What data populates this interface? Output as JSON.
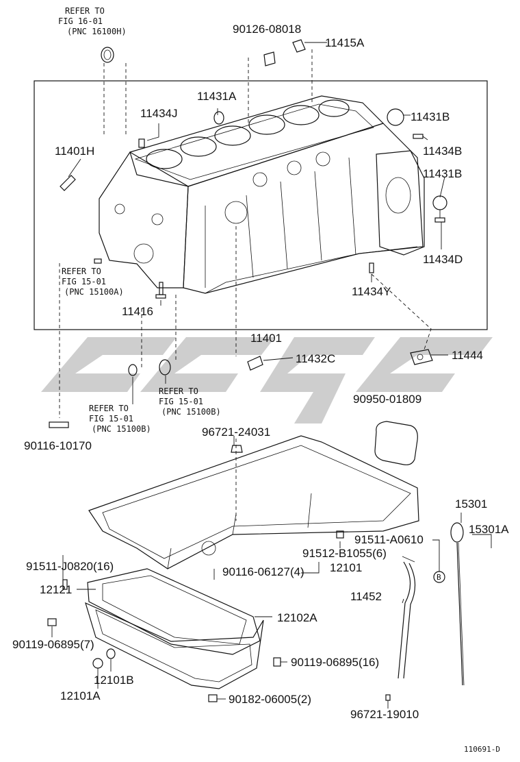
{
  "watermark": {
    "color": "#bdbdbd"
  },
  "ink_color": "#111111",
  "refers": {
    "fig16": [
      "REFER TO",
      "FIG 16-01",
      "(PNC 16100H)"
    ],
    "fig15_a": [
      "REFER TO",
      "FIG 15-01",
      "(PNC 15100A)"
    ],
    "fig15_b_left": [
      "REFER TO",
      "FIG 15-01",
      "(PNC 15100B)"
    ],
    "fig15_b_right": [
      "REFER TO",
      "FIG 15-01",
      "(PNC 15100B)"
    ]
  },
  "parts": {
    "p90126_08018": "90126-08018",
    "p11415A": "11415A",
    "p11431A": "11431A",
    "p11434J": "11434J",
    "p11431B_top": "11431B",
    "p11434B": "11434B",
    "p11401H": "11401H",
    "p11431B_mid": "11431B",
    "p11434D": "11434D",
    "p11434Y": "11434Y",
    "p11416": "11416",
    "p11401": "11401",
    "p11432C": "11432C",
    "p11444": "11444",
    "p90950_01809": "90950-01809",
    "p96721_24031": "96721-24031",
    "p90116_10170": "90116-10170",
    "p15301": "15301",
    "p15301A": "15301A",
    "p91511_A0610": "91511-A0610",
    "p91512_B1055": "91512-B1055(6)",
    "p91511_J0820": "91511-J0820(16)",
    "p90116_06127": "90116-06127(4)",
    "p12101": "12101",
    "p12121": "12121",
    "p11452": "11452",
    "p12102A": "12102A",
    "p90119_06895_7": "90119-06895(7)",
    "p90119_06895_16": "90119-06895(16)",
    "p12101B": "12101B",
    "p12101A": "12101A",
    "p90182_06005": "90182-06005(2)",
    "p96721_19010": "96721-19010"
  },
  "marker_letter": "B",
  "figure_code": "110691-D"
}
